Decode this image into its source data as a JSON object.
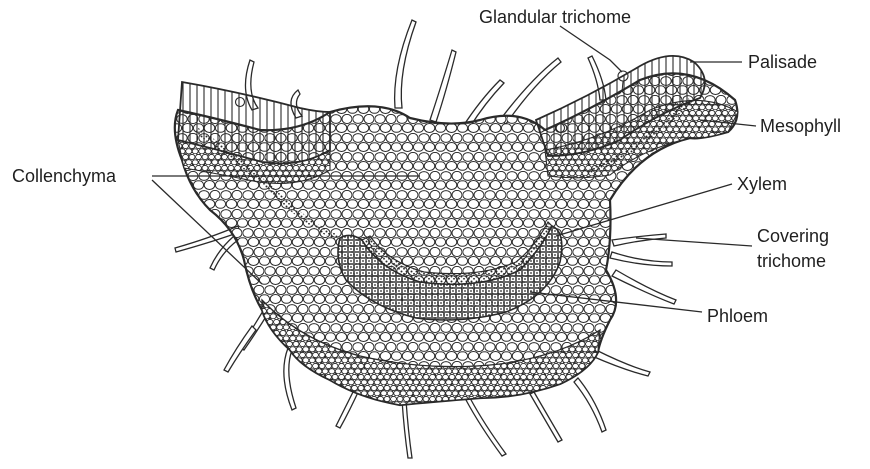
{
  "labels": {
    "glandular_trichome": "Glandular trichome",
    "palisade": "Palisade",
    "mesophyll": "Mesophyll",
    "collenchyma": "Collenchyma",
    "xylem": "Xylem",
    "covering_trichome_line1": "Covering",
    "covering_trichome_line2": "trichome",
    "phloem": "Phloem"
  },
  "colors": {
    "ink": "#2a2a2a",
    "background": "#ffffff"
  }
}
